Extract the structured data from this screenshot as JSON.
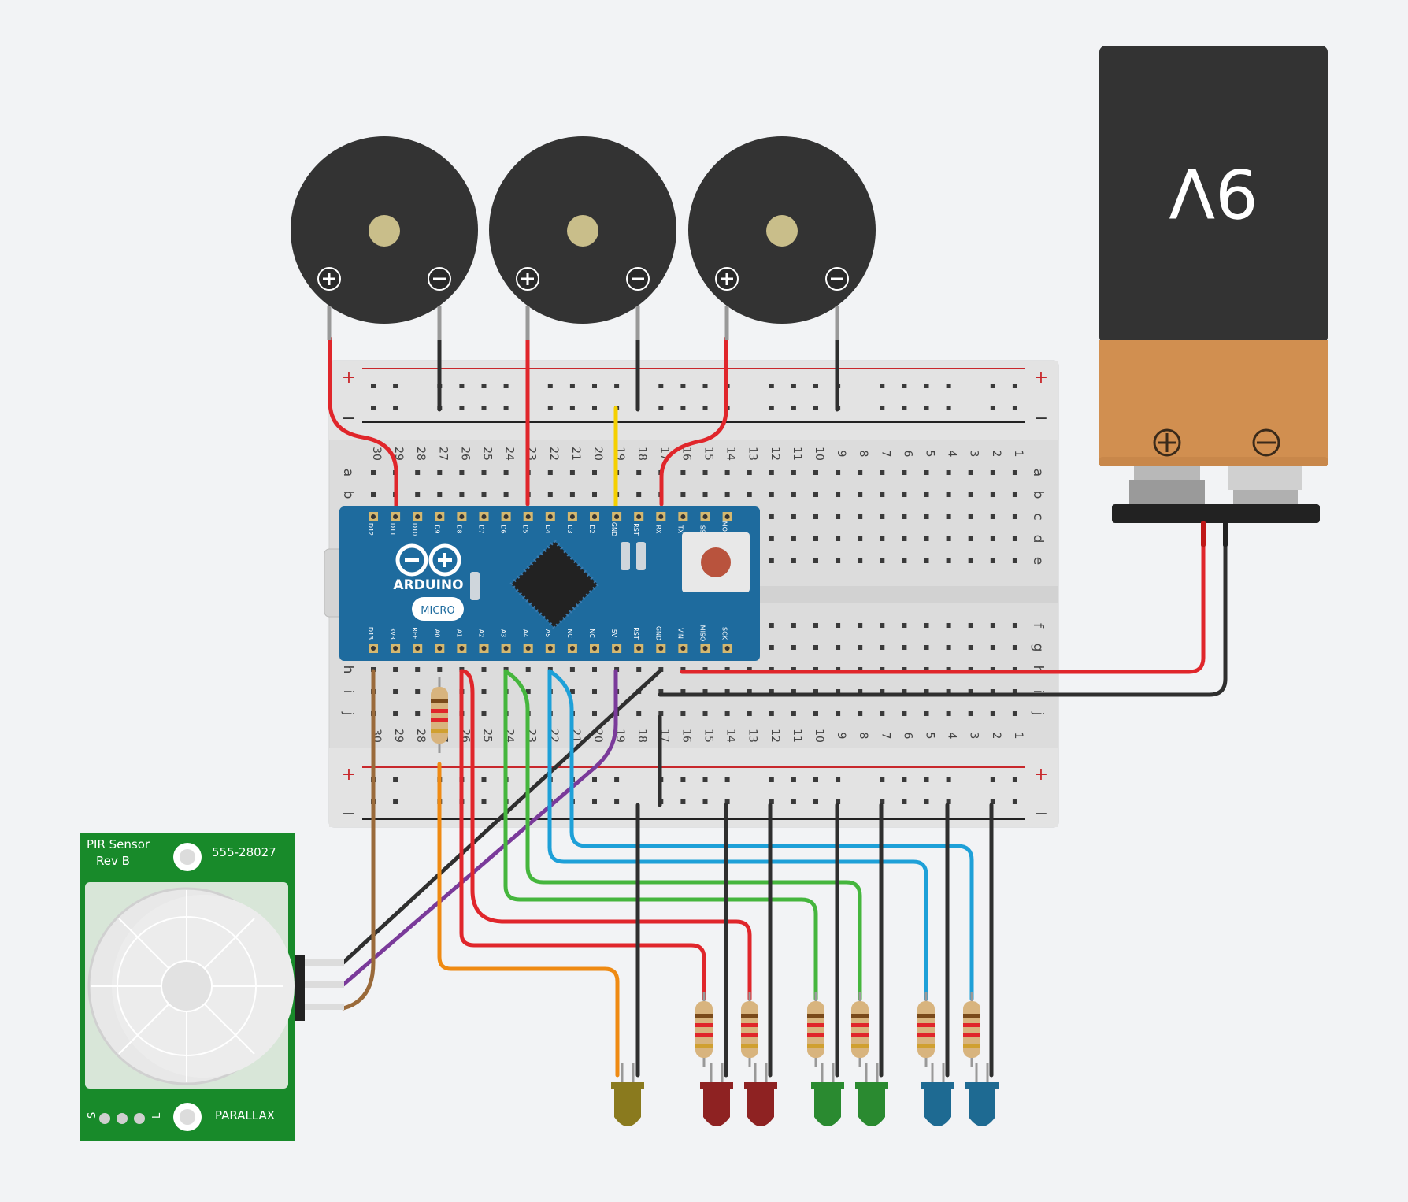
{
  "battery": {
    "label": "9V",
    "plus": "+",
    "minus": "−"
  },
  "arduino": {
    "brand": "ARDUINO",
    "model": "MICRO"
  },
  "pir": {
    "title": "PIR Sensor",
    "rev": "Rev B",
    "part": "555-28027",
    "maker": "PARALLAX",
    "pin_s": "S",
    "pin_l": "L"
  },
  "breadboard": {
    "rail_plus": "+",
    "rail_minus": "−",
    "columns": [
      "30",
      "29",
      "28",
      "27",
      "26",
      "25",
      "24",
      "23",
      "22",
      "21",
      "20",
      "19",
      "18",
      "17",
      "16",
      "15",
      "14",
      "13",
      "12",
      "11",
      "10",
      "9",
      "8",
      "7",
      "6",
      "5",
      "4",
      "3",
      "2",
      "1"
    ],
    "rows_top": [
      "a",
      "b",
      "c",
      "d",
      "e"
    ],
    "rows_bottom": [
      "f",
      "g",
      "h",
      "i",
      "j"
    ]
  },
  "board_pins_top": [
    "D12",
    "D11",
    "D10",
    "D9",
    "D8",
    "D7",
    "D6",
    "D5",
    "D4",
    "D3",
    "D2",
    "GND",
    "RST",
    "RX",
    "TX",
    "SS",
    "MOSI"
  ],
  "board_pins_bottom": [
    "D13",
    "3V3",
    "REF",
    "A0",
    "A1",
    "A2",
    "A3",
    "A4",
    "A5",
    "NC",
    "NC",
    "5V",
    "RST",
    "GND",
    "VIN",
    "MISO",
    "SCK"
  ],
  "buzzers": [
    "buzzer-1",
    "buzzer-2",
    "buzzer-3"
  ],
  "leds": [
    {
      "name": "led-yellow",
      "color": "#8a7a1e"
    },
    {
      "name": "led-red-1",
      "color": "#8e2222"
    },
    {
      "name": "led-red-2",
      "color": "#8e2222"
    },
    {
      "name": "led-green-1",
      "color": "#2a8a30"
    },
    {
      "name": "led-green-2",
      "color": "#2a8a30"
    },
    {
      "name": "led-blue-1",
      "color": "#1e6a92"
    },
    {
      "name": "led-blue-2",
      "color": "#1e6a92"
    }
  ],
  "colors": {
    "red": "#e0262b",
    "black": "#2f2f2f",
    "green": "#45b63d",
    "blue": "#1ea0d8",
    "orange": "#ef8a12",
    "purple": "#7a3a9a",
    "brown": "#9a6a3a",
    "yellow": "#f5d000",
    "board": "#1e6b9e",
    "pcb_green": "#188a2a",
    "battery_body": "#333333",
    "battery_copper": "#d18f50"
  }
}
